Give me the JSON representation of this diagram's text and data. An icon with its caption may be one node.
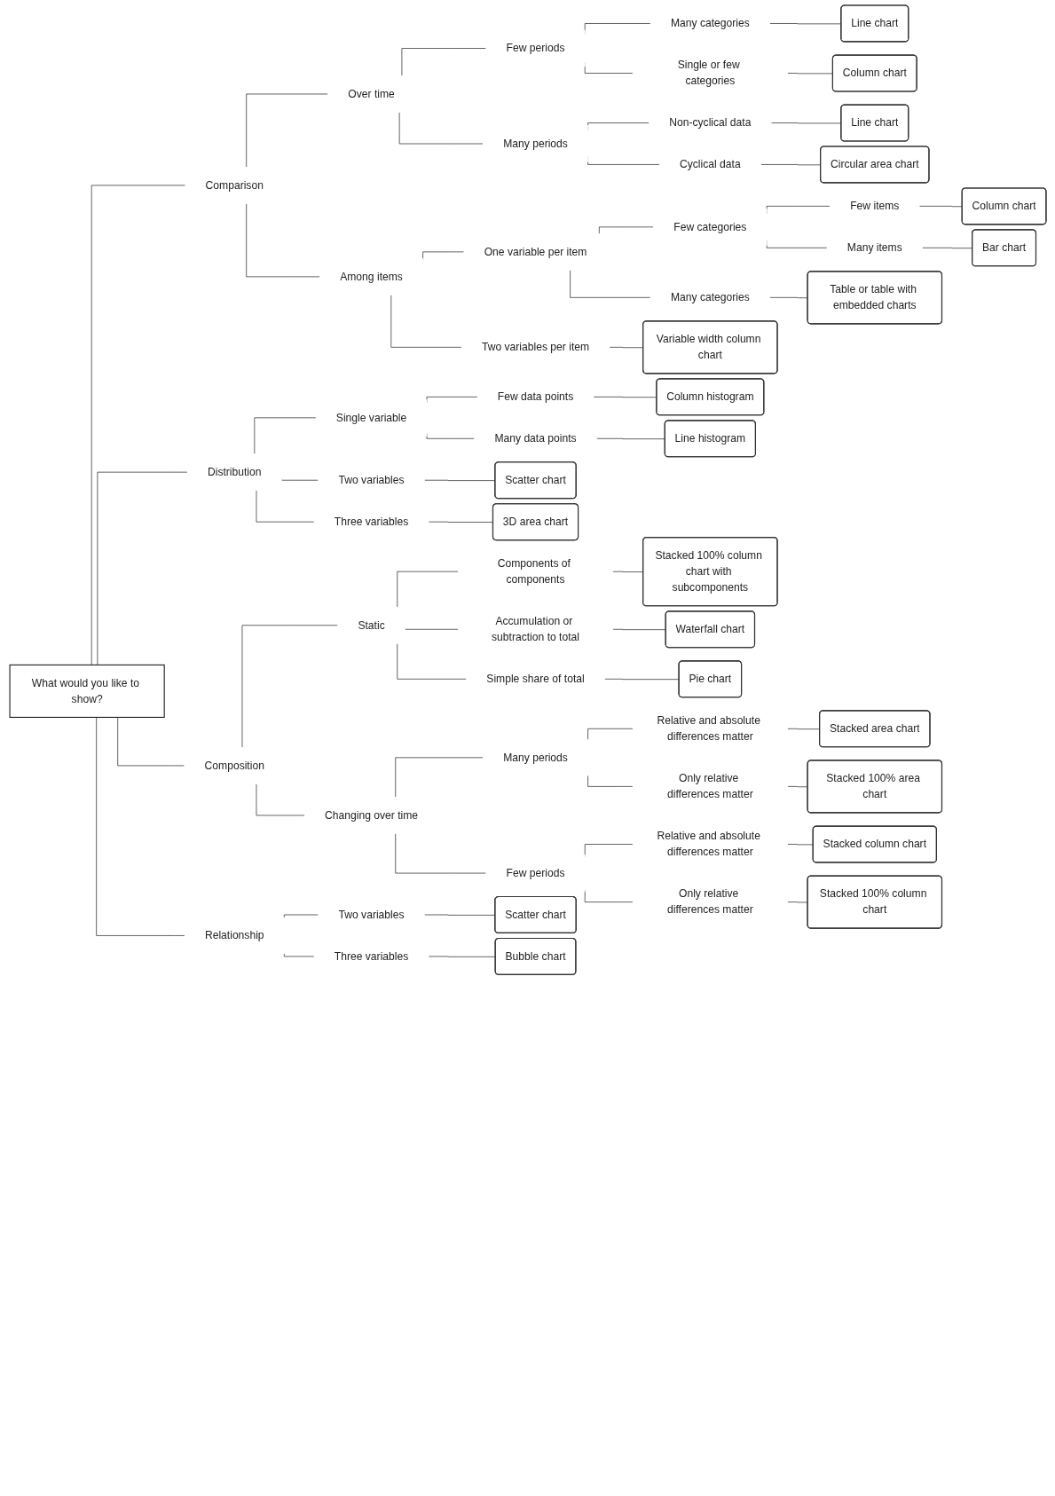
{
  "diagram": {
    "nodes": [
      {
        "text": [
          "What would you like to show?"
        ]
      },
      {
        "text": [
          "Comparison"
        ]
      },
      {
        "text": [
          "Over time"
        ]
      },
      {
        "text": [
          "Few periods"
        ]
      },
      {
        "text": [
          "Many categories"
        ]
      },
      {
        "text": [
          "Line chart"
        ]
      },
      {
        "text": [
          "Single or few categories"
        ]
      },
      {
        "text": [
          "Column chart"
        ]
      },
      {
        "text": [
          "Many periods"
        ]
      },
      {
        "text": [
          "Non-cyclical data"
        ]
      },
      {
        "text": [
          "Line chart"
        ]
      },
      {
        "text": [
          "Cyclical data"
        ]
      },
      {
        "text": [
          "Circular area chart"
        ]
      },
      {
        "text": [
          "Among items"
        ]
      },
      {
        "text": [
          "One variable per item"
        ]
      },
      {
        "text": [
          "Few categories"
        ]
      },
      {
        "text": [
          "Few items"
        ]
      },
      {
        "text": [
          "Column chart"
        ]
      },
      {
        "text": [
          "Many items"
        ]
      },
      {
        "text": [
          "Bar chart"
        ]
      },
      {
        "text": [
          "Many categories"
        ]
      },
      {
        "text": [
          "Table or table with embedded charts"
        ]
      },
      {
        "text": [
          "Two variables per item"
        ]
      },
      {
        "text": [
          "Variable width column chart"
        ]
      },
      {
        "text": [
          "Distribution"
        ]
      },
      {
        "text": [
          "Single variable"
        ]
      },
      {
        "text": [
          "Few data points"
        ]
      },
      {
        "text": [
          "Column histogram"
        ]
      },
      {
        "text": [
          "Many data points"
        ]
      },
      {
        "text": [
          "Line histogram"
        ]
      },
      {
        "text": [
          "Two variables"
        ]
      },
      {
        "text": [
          "Scatter chart"
        ]
      },
      {
        "text": [
          "Three variables"
        ]
      },
      {
        "text": [
          "3D area chart"
        ]
      },
      {
        "text": [
          "Composition"
        ]
      },
      {
        "text": [
          "Static"
        ]
      },
      {
        "text": [
          "Components of components"
        ]
      },
      {
        "text": [
          "Stacked 100% column chart with subcomponents"
        ]
      },
      {
        "text": [
          "Accumulation or subtraction to total"
        ]
      },
      {
        "text": [
          "Waterfall chart"
        ]
      },
      {
        "text": [
          "Simple share of total"
        ]
      },
      {
        "text": [
          "Pie chart"
        ]
      },
      {
        "text": [
          "Changing over time"
        ]
      },
      {
        "text": [
          "Many periods"
        ]
      },
      {
        "text": [
          "Relative and absolute differences matter"
        ]
      },
      {
        "text": [
          "Stacked area chart"
        ]
      },
      {
        "text": [
          "Only relative differences matter"
        ]
      },
      {
        "text": [
          "Stacked 100% area chart"
        ]
      },
      {
        "text": [
          "Few periods"
        ]
      },
      {
        "text": [
          "Relative and absolute differences matter"
        ]
      },
      {
        "text": [
          "Stacked column chart"
        ]
      },
      {
        "text": [
          "Only relative differences matter"
        ]
      },
      {
        "text": [
          "Stacked 100% column chart"
        ]
      },
      {
        "text": [
          "Relationship"
        ]
      },
      {
        "text": [
          "Two variables"
        ]
      },
      {
        "text": [
          "Scatter chart"
        ]
      },
      {
        "text": [
          "Three variables"
        ]
      },
      {
        "text": [
          "Bubble chart"
        ]
      }
    ],
    "edges": [
      {
        "from": 0,
        "to": 1,
        "arrow": "none"
      },
      {
        "from": 1,
        "to": 2,
        "arrow": "none"
      },
      {
        "from": 2,
        "to": 3,
        "arrow": "none"
      },
      {
        "from": 3,
        "to": 4,
        "arrow": "none"
      },
      {
        "from": 4,
        "to": 5,
        "arrow": "none"
      },
      {
        "from": 3,
        "to": 6,
        "arrow": "none"
      },
      {
        "from": 6,
        "to": 7,
        "arrow": "none"
      },
      {
        "from": 2,
        "to": 8,
        "arrow": "none"
      },
      {
        "from": 8,
        "to": 9,
        "arrow": "none"
      },
      {
        "from": 9,
        "to": 10,
        "arrow": "none"
      },
      {
        "from": 8,
        "to": 11,
        "arrow": "none"
      },
      {
        "from": 11,
        "to": 12,
        "arrow": "none"
      },
      {
        "from": 1,
        "to": 13,
        "arrow": "none"
      },
      {
        "from": 13,
        "to": 14,
        "arrow": "none"
      },
      {
        "from": 14,
        "to": 15,
        "arrow": "none"
      },
      {
        "from": 15,
        "to": 16,
        "arrow": "none"
      },
      {
        "from": 16,
        "to": 17,
        "arrow": "none"
      },
      {
        "from": 15,
        "to": 18,
        "arrow": "none"
      },
      {
        "from": 18,
        "to": 19,
        "arrow": "none"
      },
      {
        "from": 14,
        "to": 20,
        "arrow": "none"
      },
      {
        "from": 20,
        "to": 21,
        "arrow": "none"
      },
      {
        "from": 13,
        "to": 22,
        "arrow": "none"
      },
      {
        "from": 22,
        "to": 23,
        "arrow": "none"
      },
      {
        "from": 0,
        "to": 24,
        "arrow": "none"
      },
      {
        "from": 24,
        "to": 25,
        "arrow": "none"
      },
      {
        "from": 25,
        "to": 26,
        "arrow": "none"
      },
      {
        "from": 26,
        "to": 27,
        "arrow": "none"
      },
      {
        "from": 25,
        "to": 28,
        "arrow": "none"
      },
      {
        "from": 28,
        "to": 29,
        "arrow": "none"
      },
      {
        "from": 24,
        "to": 30,
        "arrow": "none"
      },
      {
        "from": 30,
        "to": 31,
        "arrow": "none"
      },
      {
        "from": 24,
        "to": 32,
        "arrow": "none"
      },
      {
        "from": 32,
        "to": 33,
        "arrow": "none"
      },
      {
        "from": 0,
        "to": 34,
        "arrow": "none"
      },
      {
        "from": 34,
        "to": 35,
        "arrow": "none"
      },
      {
        "from": 35,
        "to": 36,
        "arrow": "none"
      },
      {
        "from": 36,
        "to": 37,
        "arrow": "none"
      },
      {
        "from": 35,
        "to": 38,
        "arrow": "none"
      },
      {
        "from": 38,
        "to": 39,
        "arrow": "none"
      },
      {
        "from": 35,
        "to": 40,
        "arrow": "none"
      },
      {
        "from": 40,
        "to": 41,
        "arrow": "none"
      },
      {
        "from": 34,
        "to": 42,
        "arrow": "none"
      },
      {
        "from": 42,
        "to": 43,
        "arrow": "none"
      },
      {
        "from": 43,
        "to": 44,
        "arrow": "none"
      },
      {
        "from": 44,
        "to": 45,
        "arrow": "none"
      },
      {
        "from": 43,
        "to": 46,
        "arrow": "none"
      },
      {
        "from": 46,
        "to": 47,
        "arrow": "none"
      },
      {
        "from": 42,
        "to": 48,
        "arrow": "none"
      },
      {
        "from": 48,
        "to": 49,
        "arrow": "none"
      },
      {
        "from": 49,
        "to": 50,
        "arrow": "none"
      },
      {
        "from": 48,
        "to": 51,
        "arrow": "none"
      },
      {
        "from": 51,
        "to": 52,
        "arrow": "none"
      },
      {
        "from": 0,
        "to": 53,
        "arrow": "none"
      },
      {
        "from": 53,
        "to": 54,
        "arrow": "none"
      },
      {
        "from": 54,
        "to": 55,
        "arrow": "none"
      },
      {
        "from": 53,
        "to": 56,
        "arrow": "none"
      },
      {
        "from": 56,
        "to": 57,
        "arrow": "none"
      }
    ]
  }
}
